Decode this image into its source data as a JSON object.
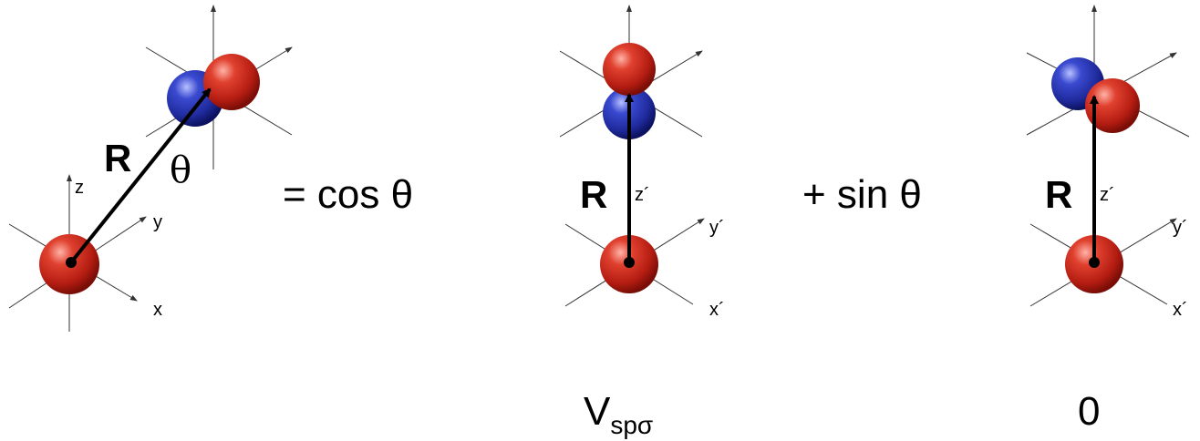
{
  "colors": {
    "s_orbital": "#cc2a1f",
    "p_positive": "#cc2a1f",
    "p_negative": "#2a3ab8",
    "arrow": "#000000",
    "axis": "#333333"
  },
  "panel1": {
    "vector_label": "R",
    "angle_label": "θ",
    "axis_labels": {
      "z": "z",
      "y": "y",
      "x": "x"
    }
  },
  "equation": {
    "term1": "= cos θ",
    "term2": "+ sin θ"
  },
  "panel2": {
    "vector_label": "R",
    "axis_labels": {
      "z": "z´",
      "y": "y´",
      "x": "x´"
    },
    "result_main": "V",
    "result_sub": "spσ"
  },
  "panel3": {
    "vector_label": "R",
    "axis_labels": {
      "z": "z´",
      "y": "y´",
      "x": "x´"
    },
    "result": "0"
  }
}
